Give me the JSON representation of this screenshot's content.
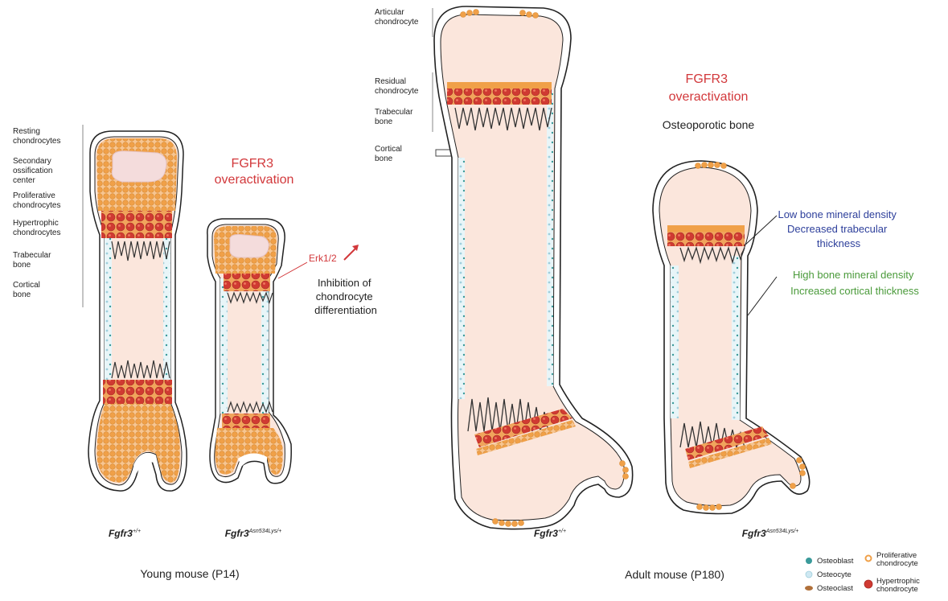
{
  "young": {
    "zone_labels": [
      [
        "Resting",
        "chondrocytes"
      ],
      [
        "Secondary",
        "ossification",
        "center"
      ],
      [
        "Proliferative",
        "chondrocytes"
      ],
      [
        "Hypertrophic",
        "chondrocytes"
      ],
      [
        "Trabecular",
        "bone"
      ],
      [
        "Cortical",
        "bone"
      ]
    ],
    "overactivation": [
      "FGFR3",
      "overactivation"
    ],
    "erk": "Erk1/2",
    "inhibition": [
      "Inhibition of",
      "chondrocyte",
      "differentiation"
    ],
    "wt_genotype": {
      "base": "Fgfr3",
      "sup": "+/+"
    },
    "mut_genotype": {
      "base": "Fgfr3",
      "sup": "Asn534Lys/+"
    },
    "caption": "Young mouse (P14)"
  },
  "adult": {
    "zone_labels": [
      [
        "Articular",
        "chondrocyte"
      ],
      [
        "Residual",
        "chondrocyte"
      ],
      [
        "Trabecular",
        "bone"
      ],
      [
        "Cortical",
        "bone"
      ]
    ],
    "overactivation": [
      "FGFR3",
      "overactivation"
    ],
    "osteoporotic": "Osteoporotic bone",
    "low_density": [
      "Low bone mineral density",
      "Decreased trabecular",
      "thickness"
    ],
    "high_density": [
      "High bone mineral density",
      "Increased cortical thickness"
    ],
    "wt_genotype": {
      "base": "Fgfr3",
      "sup": "+/+"
    },
    "mut_genotype": {
      "base": "Fgfr3",
      "sup": "Asn534Lys/+"
    },
    "caption": "Adult mouse (P180)"
  },
  "legend": {
    "osteoblast": "Osteoblast",
    "osteocyte": "Osteocyte",
    "osteoclast": "Osteoclast",
    "proliferative": [
      "Proliferative",
      "chondrocyte"
    ],
    "hypertrophic": [
      "Hypertrophic",
      "chondrocyte"
    ]
  },
  "colors": {
    "red_text": "#d2383b",
    "blue_text": "#2d3f9b",
    "green_text": "#4a9a3a",
    "marrow": "#fbe6dc",
    "proliferative": "#f0a048",
    "hypertrophic": "#d03a32",
    "osteoblast": "#3a9a9a",
    "osteocyte": "#bfe3ef",
    "osteoclast": "#b0703a"
  }
}
